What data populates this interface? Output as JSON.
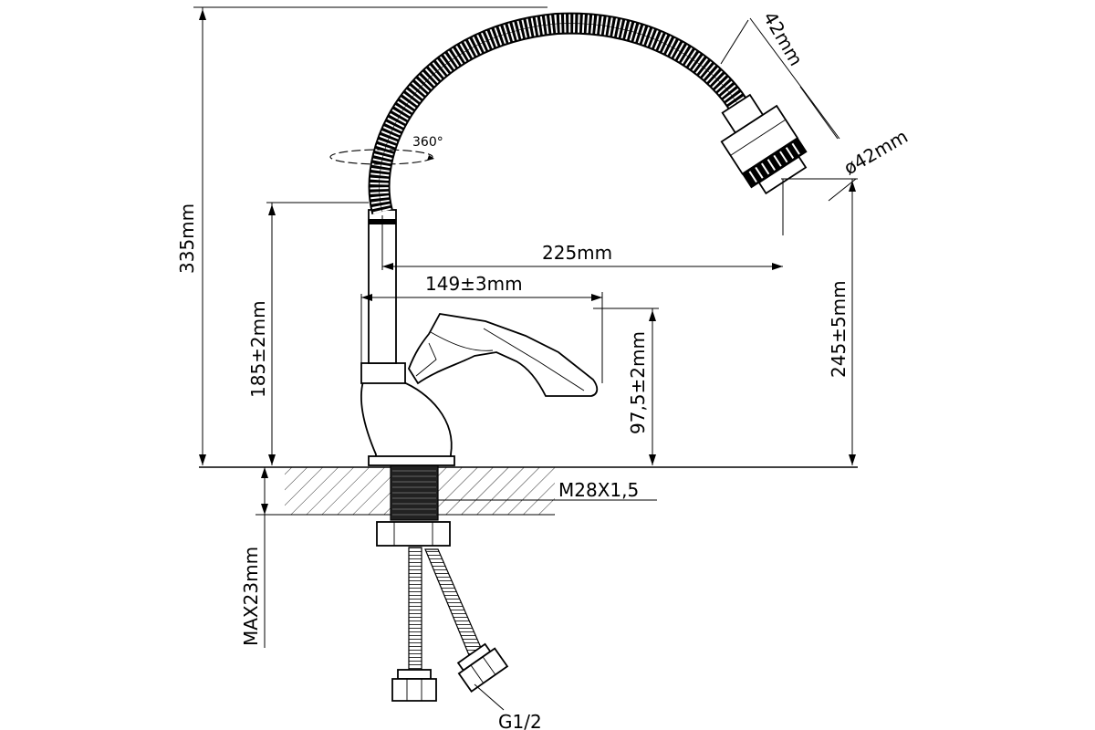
{
  "drawing": {
    "dimensions": {
      "overall_height": "335mm",
      "spout_height": "185±2mm",
      "handle_height": "97,5±2mm",
      "head_height": "245±5mm",
      "reach": "225mm",
      "handle_length": "149±3mm",
      "head_size": "42mm",
      "head_diameter": "ø42mm",
      "thread": "M28X1,5",
      "max_counter": "MAX23mm",
      "hose_thread": "G1/2",
      "rotation": "360°"
    },
    "colors": {
      "line": "#000000",
      "background": "#ffffff"
    }
  }
}
